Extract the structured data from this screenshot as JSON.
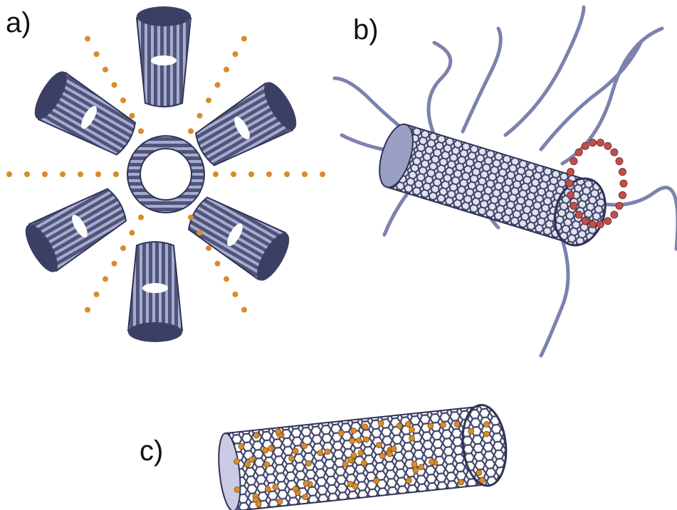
{
  "labels": {
    "a": "a)",
    "b": "b)",
    "c": "c)"
  },
  "colors": {
    "nanotube": "#5d6288",
    "nanotube_light": "#a6abd0",
    "nanotube_dark": "#2f3356",
    "atom_orange": "#d98b2b",
    "atom_red": "#c0504d",
    "chain": "#7c82ad",
    "background": "#ffffff"
  }
}
